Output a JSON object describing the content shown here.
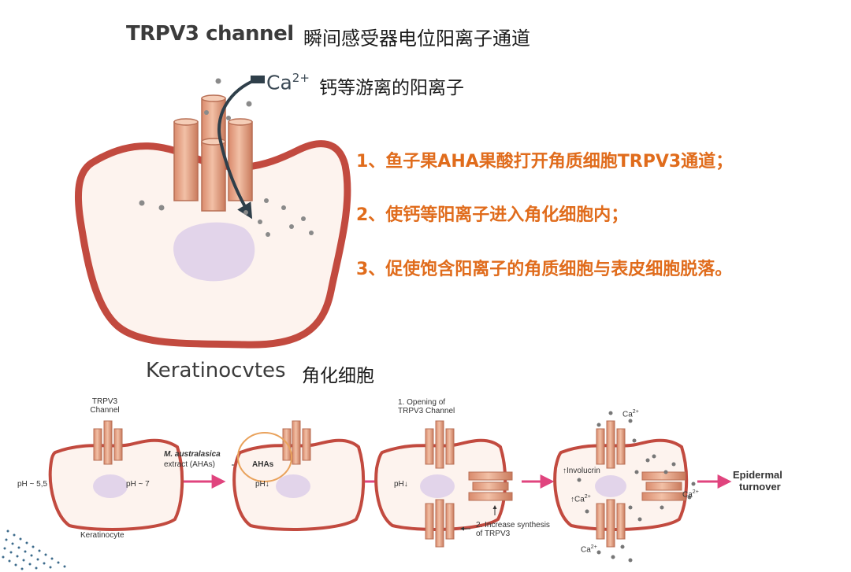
{
  "header": {
    "title_en": "TRPV3 channel",
    "title_zh": "瞬间感受器电位阳离子通道"
  },
  "top_diagram": {
    "ion_label": "Ca",
    "ion_charge": "2+",
    "ion_desc": "钙等游离的阳离子",
    "cell_label_en": "Keratinocvtes",
    "cell_label_zh": "角化细胞"
  },
  "steps": [
    "1、鱼子果AHA果酸打开角质细胞TRPV3通道；",
    "2、使钙等阳离子进入角化细胞内；",
    "3、促使饱含阳离子的角质细胞与表皮细胞脱落。"
  ],
  "bottom_diagram": {
    "panel1": {
      "channel_label_line1": "TRPV3",
      "channel_label_line2": "Channel",
      "ph_left": "pH ~ 5,5",
      "ph_right": "pH ~ 7",
      "cell_label": "Keratinocyte"
    },
    "arrow1": {
      "line1": "M. australasica",
      "line2": "extract (AHAs)"
    },
    "panel2": {
      "ahas": "AHAs",
      "ph": "pH"
    },
    "panel3": {
      "opening_line1": "1. Opening of",
      "opening_line2": "TRPV3 Channel",
      "ph": "pH",
      "synth_line1": "2. Increase synthesis",
      "synth_line2": "of TRPV3"
    },
    "panel4": {
      "involucrin": "Involucrin",
      "ca_inside": "Ca",
      "ca_top": "Ca",
      "ca_right": "Ca",
      "ca_bottom": "Ca",
      "charge": "2+"
    },
    "result_line1": "Epidermal",
    "result_line2": "turnover"
  },
  "colors": {
    "cell_border": "#c24a3f",
    "cell_fill": "#fdf3ee",
    "nucleus": "#e2d4ea",
    "channel": "#e3a084",
    "channel_stroke": "#b86f55",
    "accent_orange": "#e06c1c",
    "arrow_pink": "#e0447e"
  }
}
